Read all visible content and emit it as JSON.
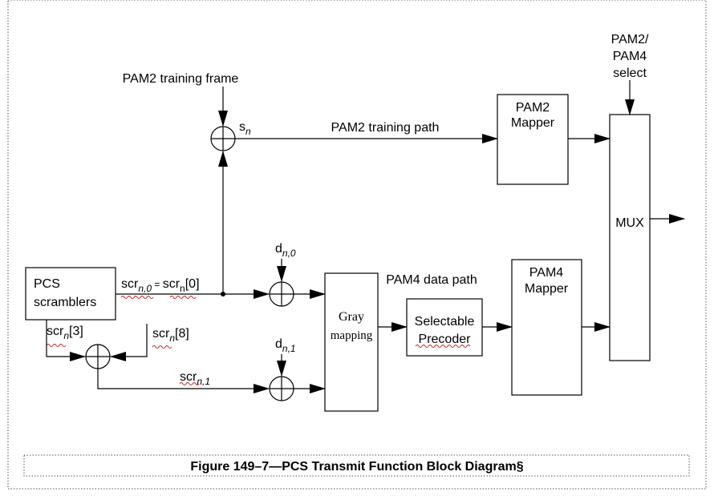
{
  "inputs": {
    "training_frame": "PAM2 training frame",
    "select_line1": "PAM2/",
    "select_line2": "PAM4",
    "select_line3": "select"
  },
  "paths": {
    "training_path": "PAM2 training path",
    "data_path": "PAM4 data path"
  },
  "blocks": {
    "pcs_line1": "PCS",
    "pcs_line2": "scramblers",
    "pam2_line1": "PAM2",
    "pam2_line2": "Mapper",
    "pam4_line1": "PAM4",
    "pam4_line2": "Mapper",
    "mux": "MUX",
    "gray_line1": "Gray",
    "gray_line2": "mapping",
    "precoder_line1": "Selectable",
    "precoder_line2": "Precoder"
  },
  "signals": {
    "s_base": "s",
    "s_sub": "n",
    "d0_base": "d",
    "d0_sub": "n,0",
    "d1_base": "d",
    "d1_sub": "n,1",
    "scr0_base": "scr",
    "scr0_sub": "n,0",
    "scr0_eq": " = ",
    "scr0_rhs_base": "scr",
    "scr0_rhs_sub": "n",
    "scr0_rhs_idx": "[0]",
    "scr3_base": "scr",
    "scr3_sub": "n",
    "scr3_idx": "[3]",
    "scr8_base": "scr",
    "scr8_sub": "n",
    "scr8_idx": "[8]",
    "scr1_base": "scr",
    "scr1_sub": "n,1"
  },
  "caption": "Figure 149–7—PCS Transmit Function Block Diagram§"
}
